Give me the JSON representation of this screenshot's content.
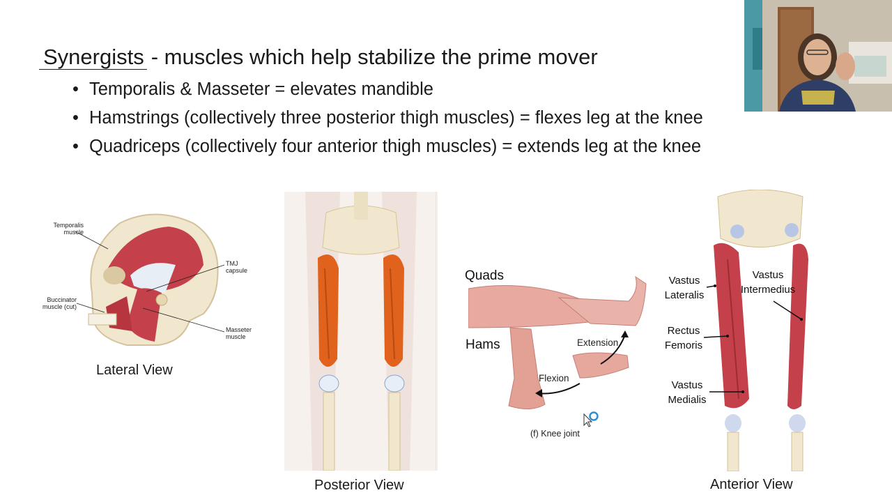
{
  "heading": {
    "term": "Synergists",
    "definition": "- muscles which help stabilize the prime mover"
  },
  "bullets": [
    "Temporalis & Masseter = elevates mandible",
    "Hamstrings (collectively three posterior thigh muscles) = flexes leg at the knee",
    "Quadriceps (collectively four anterior thigh muscles) = extends leg at the knee"
  ],
  "skull_figure": {
    "labels": {
      "temporalis": "Temporalis muscle",
      "tmj": "TMJ capsule",
      "buccinator": "Buccinator muscle (cut)",
      "masseter": "Masseter muscle"
    },
    "caption": "Lateral View"
  },
  "posterior_figure": {
    "caption": "Posterior View"
  },
  "knee_figure": {
    "quads": "Quads",
    "hams": "Hams",
    "extension": "Extension",
    "flexion": "Flexion",
    "caption": "(f) Knee joint"
  },
  "anterior_figure": {
    "labels": {
      "vastus_lateralis": "Vastus Lateralis",
      "vastus_intermedius": "Vastus Intermedius",
      "rectus_femoris": "Rectus Femoris",
      "vastus_medialis": "Vastus Medialis"
    },
    "caption": "Anterior View"
  },
  "colors": {
    "muscle_red": "#c4404a",
    "muscle_orange": "#e0621c",
    "bone": "#f1e7cf",
    "skin": "#e8a9a0",
    "tendon_blue": "#5a8fd8"
  }
}
